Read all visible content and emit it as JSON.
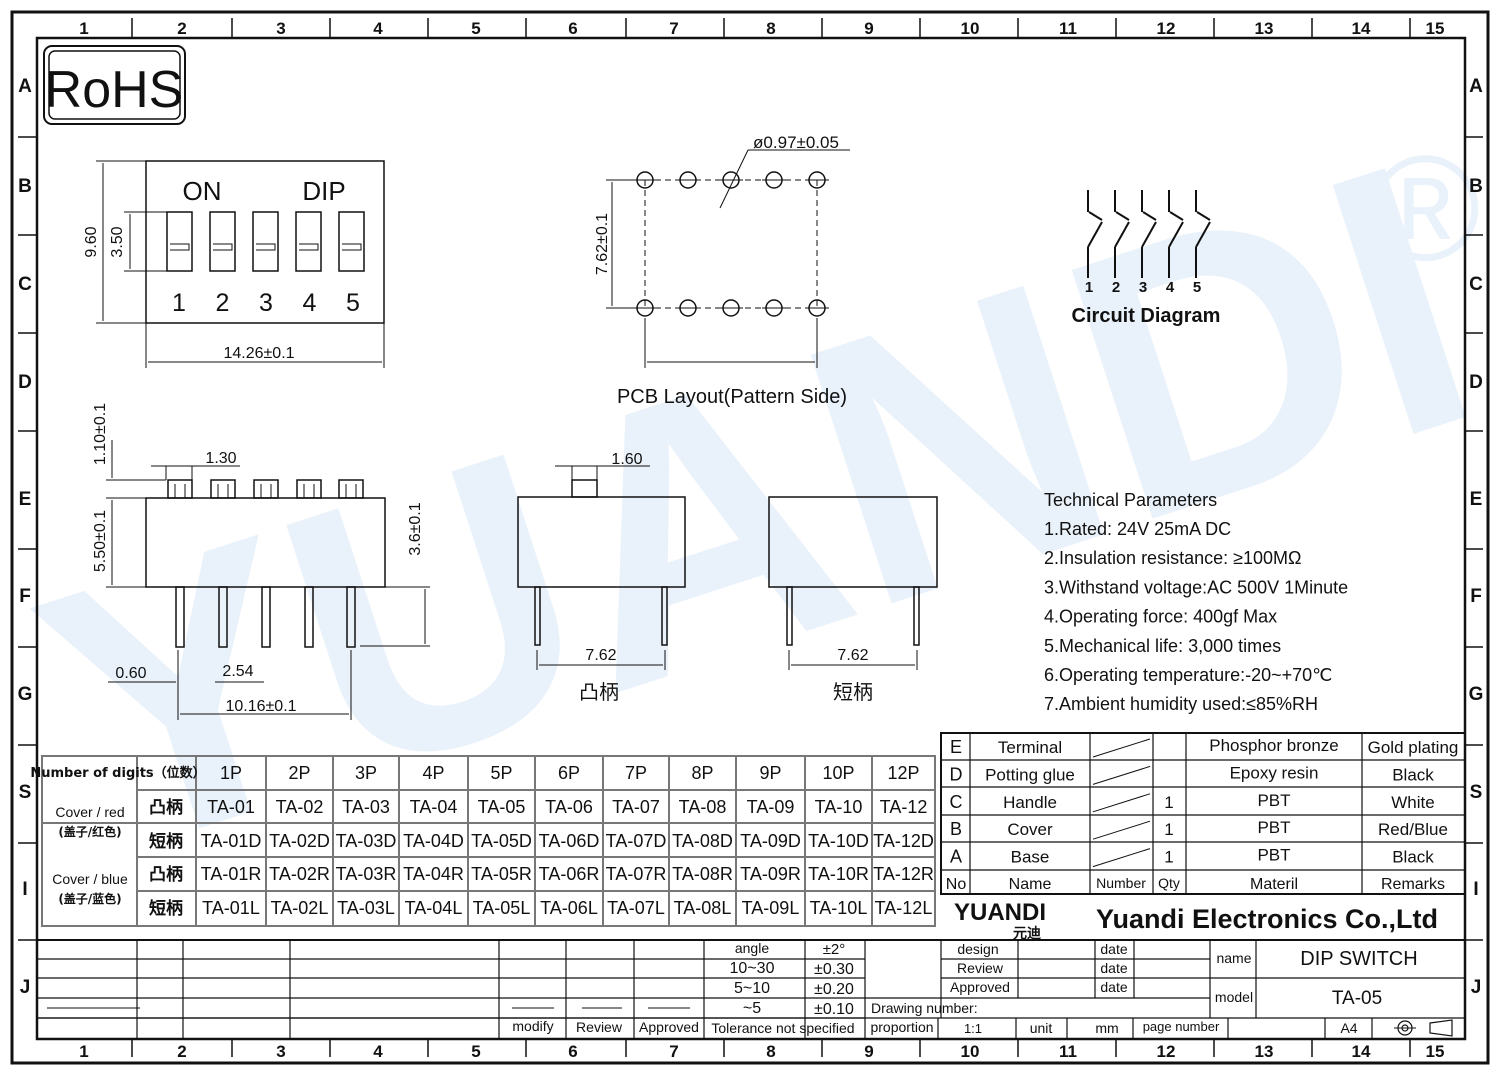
{
  "frame": {
    "columns": [
      "1",
      "2",
      "3",
      "4",
      "5",
      "6",
      "7",
      "8",
      "9",
      "10",
      "11",
      "12",
      "13",
      "14",
      "15"
    ],
    "rows": [
      "A",
      "B",
      "C",
      "D",
      "E",
      "F",
      "G",
      "S",
      "I",
      "J"
    ]
  },
  "rohs": "RoHS",
  "watermark": {
    "text": "YUANDI",
    "registered": "®"
  },
  "top_view": {
    "on": "ON",
    "dip": "DIP",
    "positions": [
      "1",
      "2",
      "3",
      "4",
      "5"
    ],
    "dim_height": "9.60",
    "dim_slot": "3.50",
    "dim_width": "14.26±0.1"
  },
  "pcb": {
    "hole": "ø0.97±0.05",
    "row_spacing": "7.62±0.1",
    "caption": "PCB  Layout(Pattern  Side)"
  },
  "circuit": {
    "numbers": [
      "1",
      "2",
      "3",
      "4",
      "5"
    ],
    "caption": "Circuit  Diagram"
  },
  "front_view": {
    "actuator_height": "1.10±0.1",
    "actuator_width": "1.30",
    "body_height": "5.50±0.1",
    "pin_length": "3.6±0.1",
    "pin_width": "0.60",
    "pitch": "2.54",
    "span": "10.16±0.1"
  },
  "side_raised": {
    "actuator": "1.60",
    "row": "7.62",
    "label": "凸柄"
  },
  "side_flush": {
    "row": "7.62",
    "label": "短柄"
  },
  "tech": {
    "title": "Technical Parameters",
    "items": [
      "1.Rated: 24V 25mA  DC",
      "2.Insulation resistance: ≥100MΩ",
      "3.Withstand voltage:AC 500V 1Minute",
      "4.Operating force: 400gf Max",
      "5.Mechanical life: 3,000 times",
      "6.Operating temperature:-20~+70℃",
      "7.Ambient humidity used:≤85%RH"
    ]
  },
  "models": {
    "header_label": "Number of digits（位数）",
    "digits": [
      "1P",
      "2P",
      "3P",
      "4P",
      "5P",
      "6P",
      "7P",
      "8P",
      "9P",
      "10P",
      "12P"
    ],
    "groups": [
      {
        "name": "Cover / red",
        "name_cn": "(盖子/红色)",
        "rows": [
          {
            "type": "凸柄",
            "models": [
              "TA-01",
              "TA-02",
              "TA-03",
              "TA-04",
              "TA-05",
              "TA-06",
              "TA-07",
              "TA-08",
              "TA-09",
              "TA-10",
              "TA-12"
            ]
          },
          {
            "type": "短柄",
            "models": [
              "TA-01D",
              "TA-02D",
              "TA-03D",
              "TA-04D",
              "TA-05D",
              "TA-06D",
              "TA-07D",
              "TA-08D",
              "TA-09D",
              "TA-10D",
              "TA-12D"
            ]
          }
        ]
      },
      {
        "name": "Cover / blue",
        "name_cn": "(盖子/蓝色)",
        "rows": [
          {
            "type": "凸柄",
            "models": [
              "TA-01R",
              "TA-02R",
              "TA-03R",
              "TA-04R",
              "TA-05R",
              "TA-06R",
              "TA-07R",
              "TA-08R",
              "TA-09R",
              "TA-10R",
              "TA-12R"
            ]
          },
          {
            "type": "短柄",
            "models": [
              "TA-01L",
              "TA-02L",
              "TA-03L",
              "TA-04L",
              "TA-05L",
              "TA-06L",
              "TA-07L",
              "TA-08L",
              "TA-09L",
              "TA-10L",
              "TA-12L"
            ]
          }
        ]
      }
    ]
  },
  "bom": {
    "rows": [
      {
        "no": "E",
        "name": "Terminal",
        "qty": "",
        "material": "Phosphor bronze",
        "remarks": "Gold plating"
      },
      {
        "no": "D",
        "name": "Potting glue",
        "qty": "",
        "material": "Epoxy resin",
        "remarks": "Black"
      },
      {
        "no": "C",
        "name": "Handle",
        "qty": "1",
        "material": "PBT",
        "remarks": "White"
      },
      {
        "no": "B",
        "name": "Cover",
        "qty": "1",
        "material": "PBT",
        "remarks": "Red/Blue"
      },
      {
        "no": "A",
        "name": "Base",
        "qty": "1",
        "material": "PBT",
        "remarks": "Black"
      }
    ],
    "header": {
      "no": "No",
      "name": "Name",
      "number": "Number",
      "qty": "Qty",
      "material": "Materil",
      "remarks": "Remarks"
    }
  },
  "company": {
    "logo": "YUANDI",
    "logo_cn": "元迪",
    "name": "Yuandi Electronics Co.,Ltd"
  },
  "tolerance": {
    "angle_label": "angle",
    "angle_value": "±2°",
    "rows": [
      {
        "range": "10~30",
        "value": "±0.30"
      },
      {
        "range": "5~10",
        "value": "±0.20"
      },
      {
        "range": "~5",
        "value": "±0.10"
      }
    ],
    "footer": "Tolerance not specified"
  },
  "revision": {
    "modify": "modify",
    "review": "Review",
    "approved": "Approved"
  },
  "title_block": {
    "design": "design",
    "review": "Review",
    "approved": "Approved",
    "date": "date",
    "name_label": "name",
    "name_value": "DIP SWITCH",
    "model_label": "model",
    "model_value": "TA-05",
    "drawing_number": "Drawing number:",
    "proportion": "proportion",
    "proportion_value": "1:1",
    "unit": "unit",
    "unit_value": "mm",
    "page_number": "page number",
    "size": "A4"
  }
}
